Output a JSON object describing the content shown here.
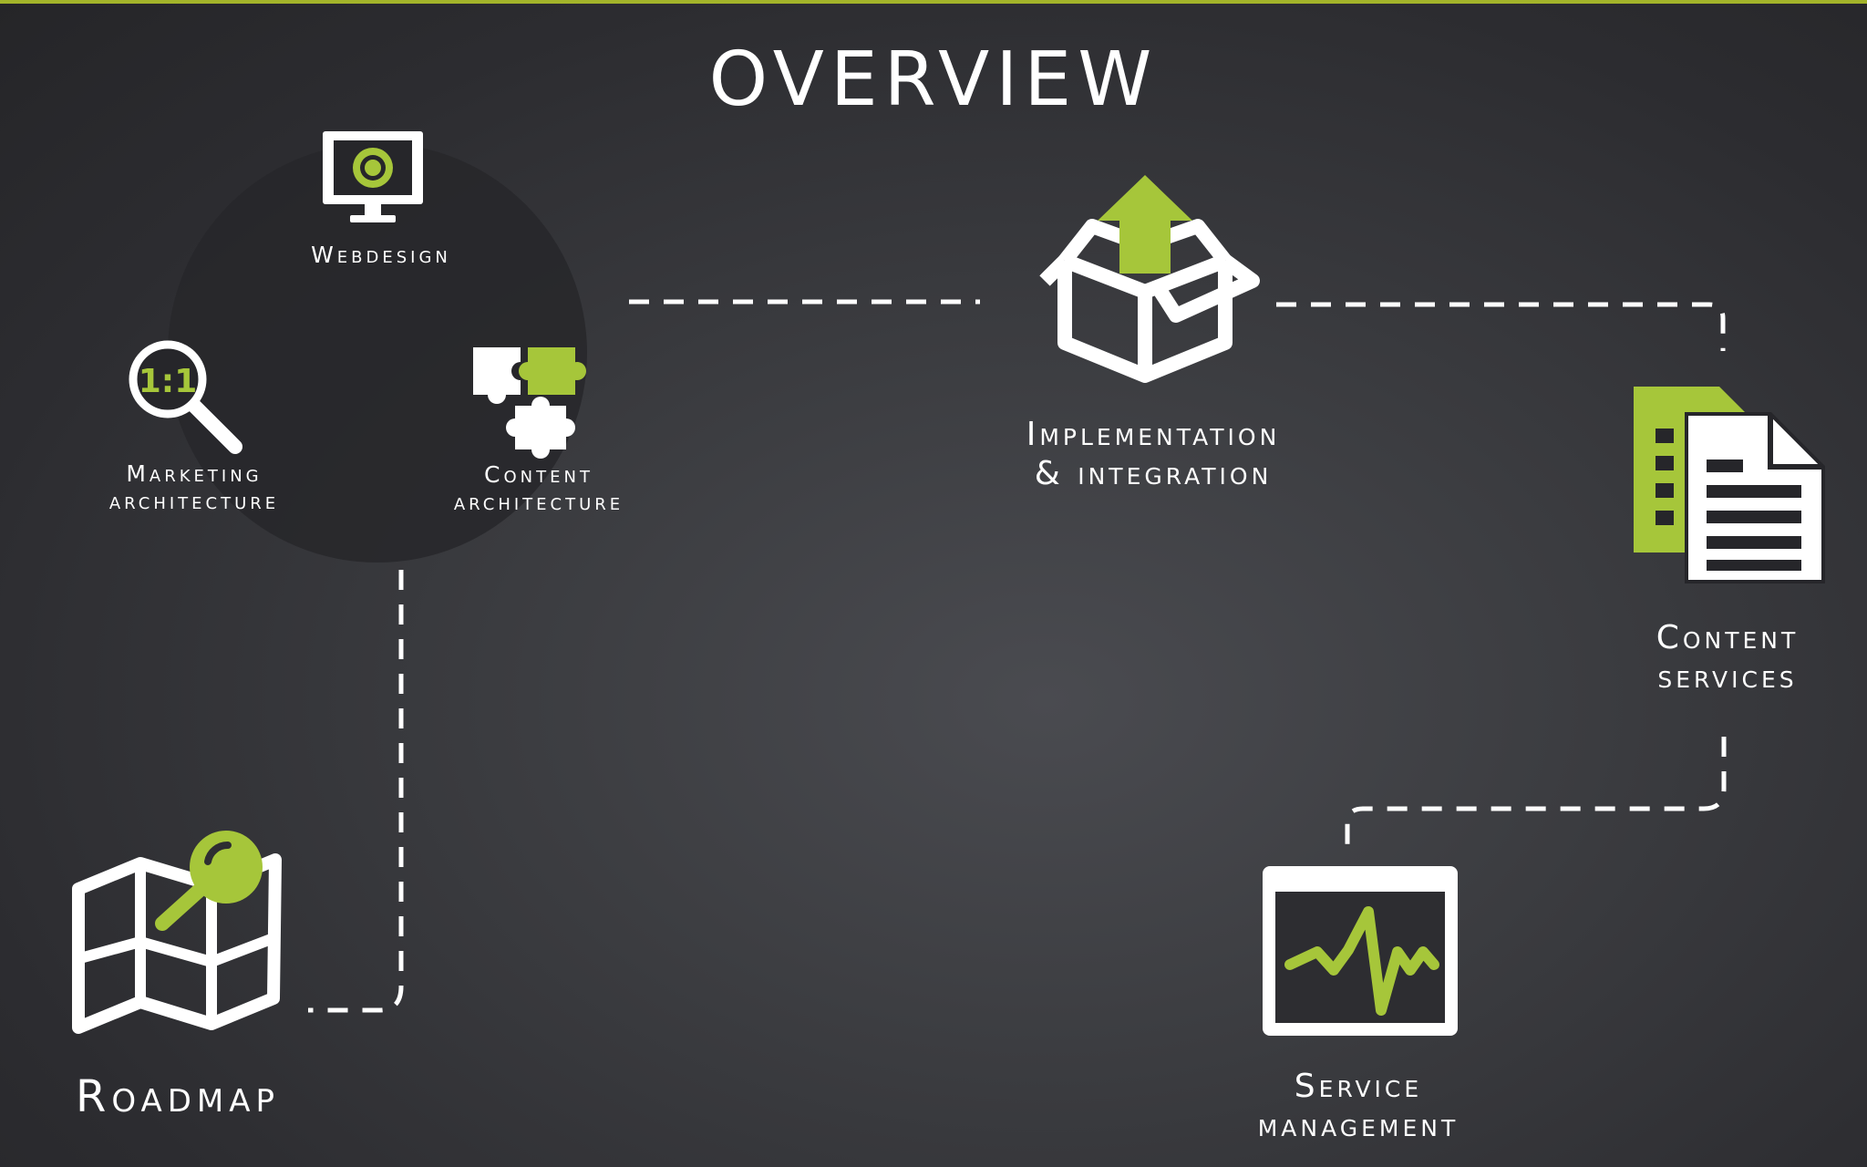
{
  "colors": {
    "accent": "#a6c63a",
    "white": "#ffffff",
    "background": "#3c3d41",
    "cluster": "#27272a",
    "topbar": "#a3b42a"
  },
  "title": "OVERVIEW",
  "nodes": {
    "webdesign": {
      "label": "Webdesign",
      "icon": "monitor-icon"
    },
    "marketing_architecture": {
      "label": "Marketing\narchitecture",
      "icon": "magnifier-icon"
    },
    "content_architecture": {
      "label": "Content\narchitecture",
      "icon": "puzzle-icon"
    },
    "implementation_integration": {
      "label": "Implementation\n& integration",
      "icon": "box-upload-icon"
    },
    "content_services": {
      "label": "Content\nservices",
      "icon": "documents-icon"
    },
    "service_management": {
      "label": "Service\nmanagement",
      "icon": "activity-monitor-icon"
    },
    "roadmap": {
      "label": "Roadmap",
      "icon": "map-search-icon"
    },
    "magnifier_text": "1:1"
  }
}
